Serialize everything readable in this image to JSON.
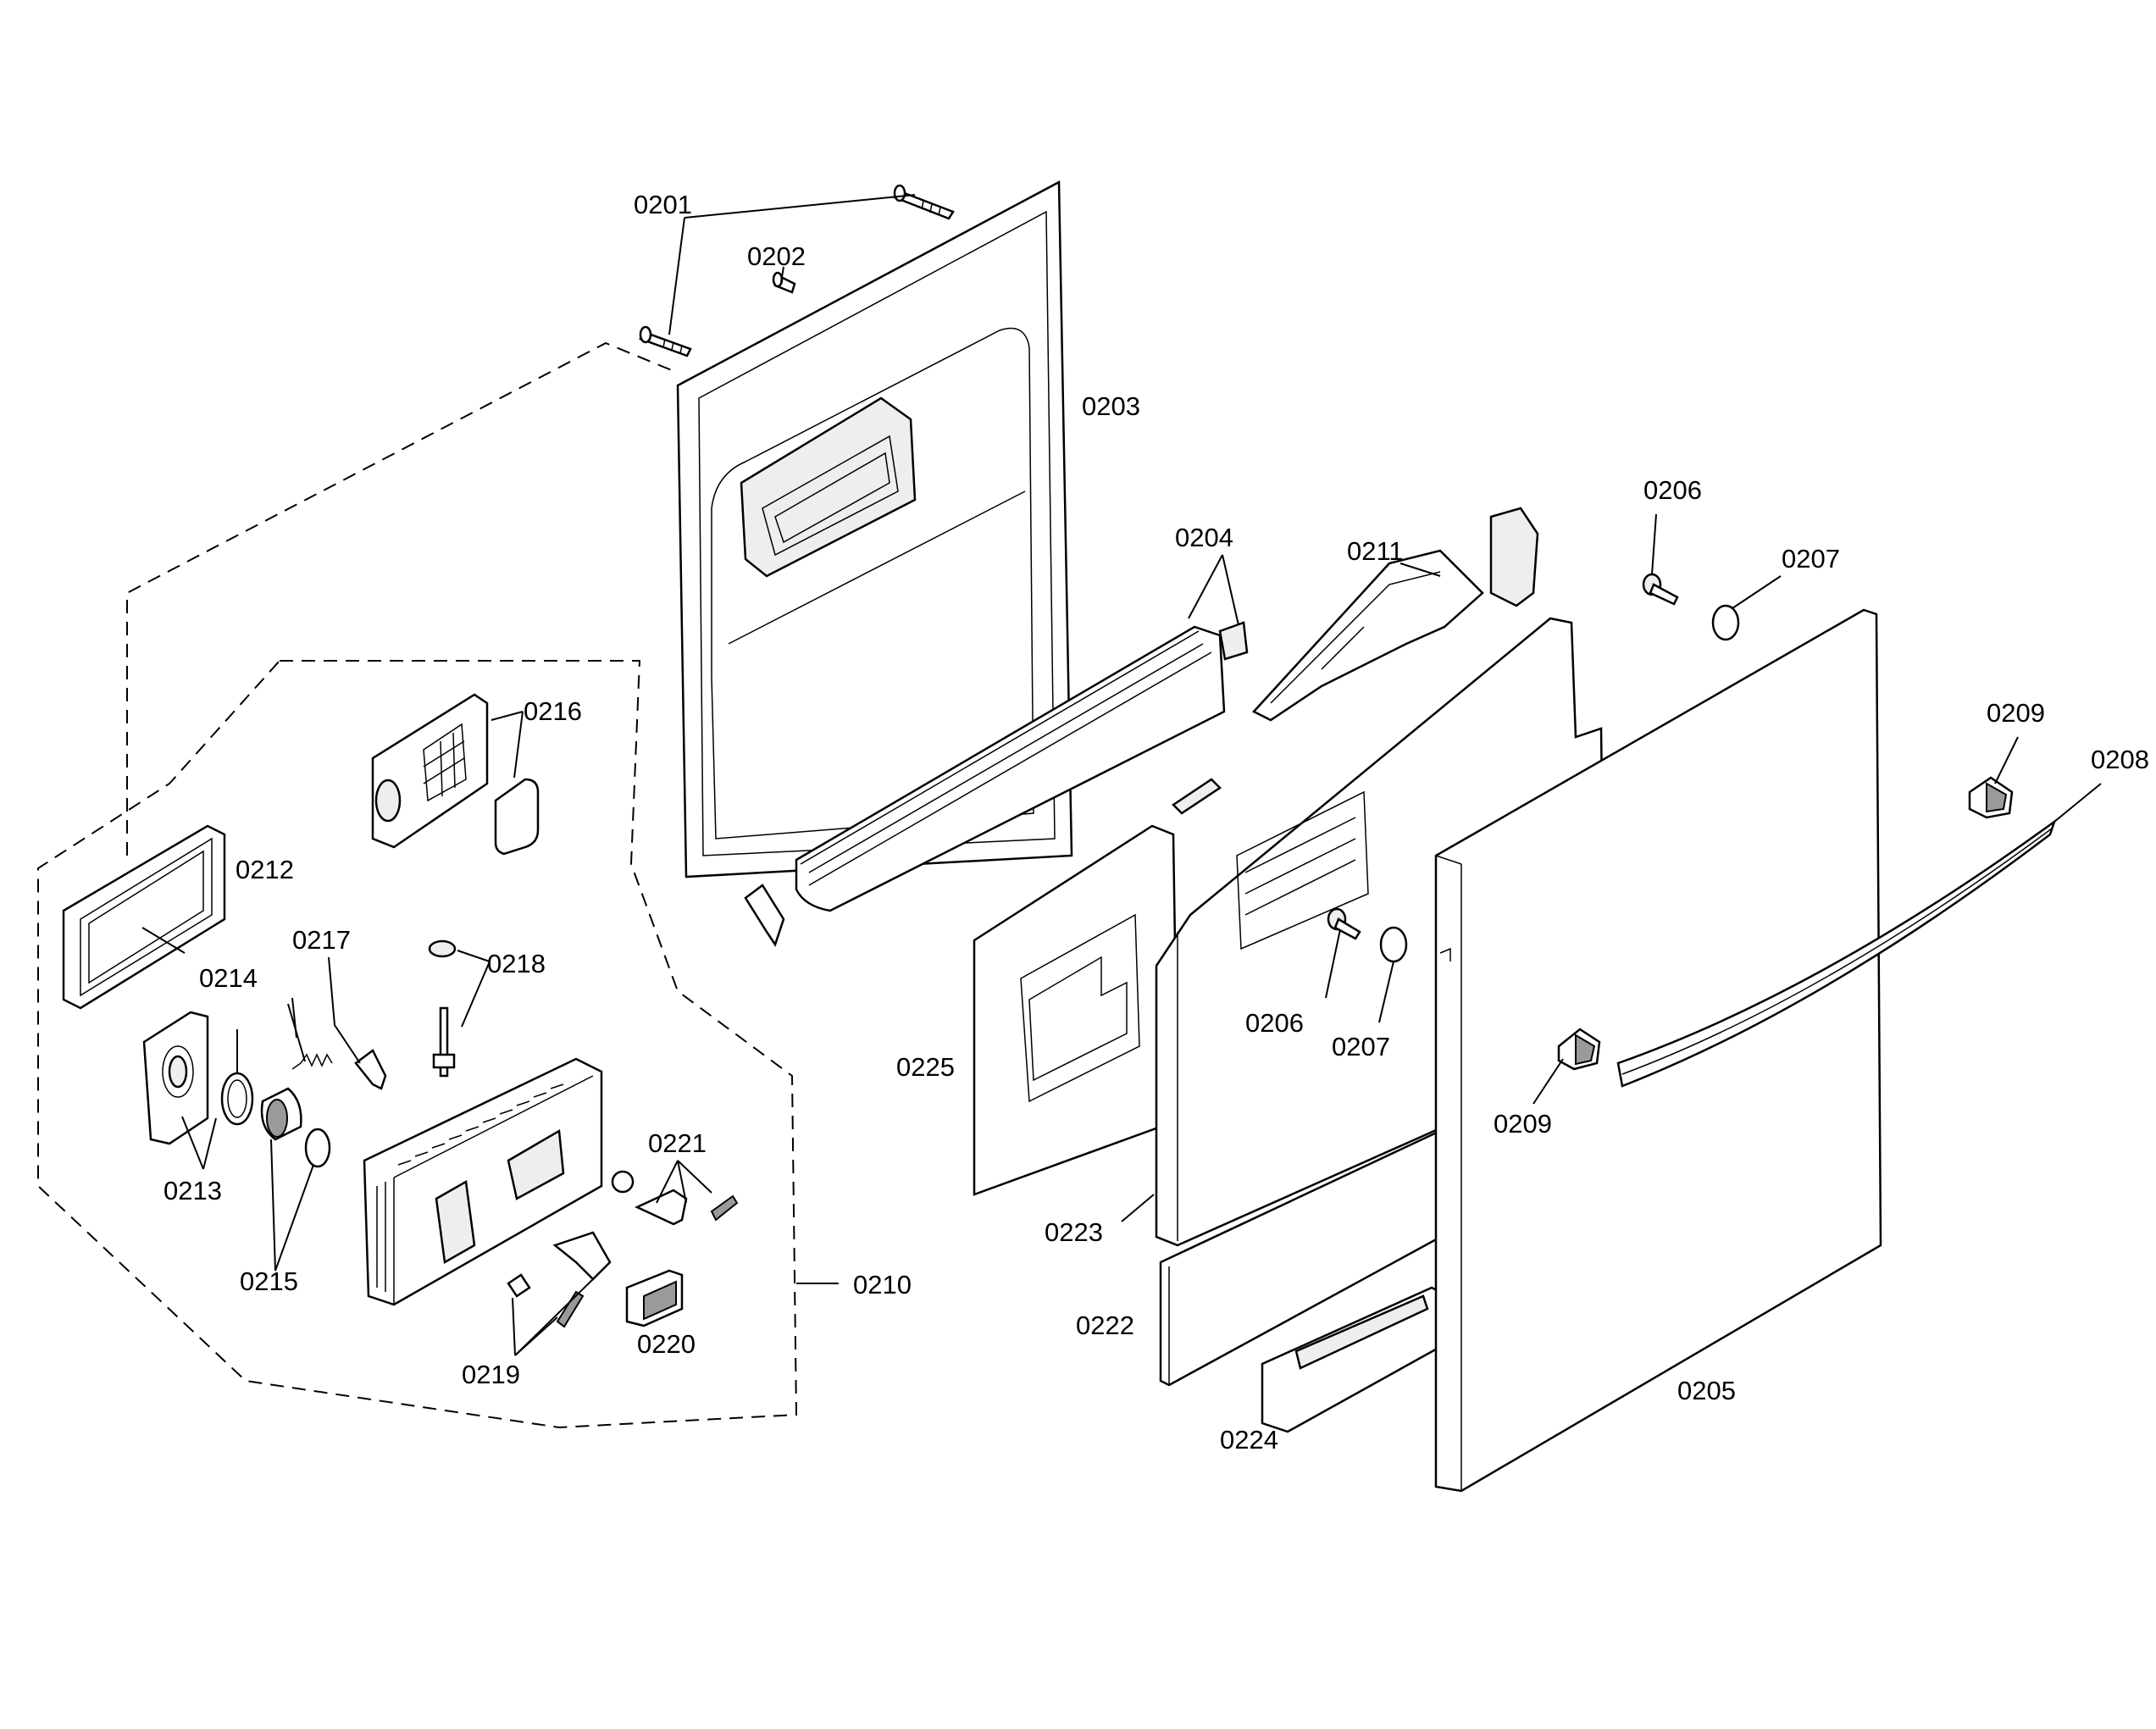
{
  "diagram": {
    "labels": {
      "p0201": "0201",
      "p0202": "0202",
      "p0203": "0203",
      "p0204": "0204",
      "p0205": "0205",
      "p0206a": "0206",
      "p0206b": "0206",
      "p0207a": "0207",
      "p0207b": "0207",
      "p0208": "0208",
      "p0209a": "0209",
      "p0209b": "0209",
      "p0210": "0210",
      "p0211": "0211",
      "p0212": "0212",
      "p0213": "0213",
      "p0214": "0214",
      "p0215": "0215",
      "p0216": "0216",
      "p0217": "0217",
      "p0218": "0218",
      "p0219": "0219",
      "p0220": "0220",
      "p0221": "0221",
      "p0222": "0222",
      "p0223": "0223",
      "p0224": "0224",
      "p0225": "0225"
    },
    "colors": {
      "line": "#000000",
      "background": "#ffffff"
    }
  }
}
